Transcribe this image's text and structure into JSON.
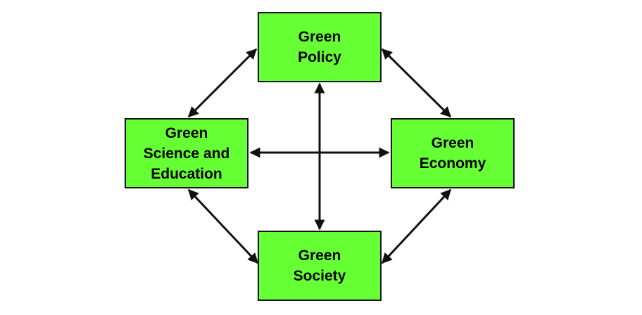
{
  "diagram": {
    "nodes": {
      "policy": {
        "label": "Green\nPolicy"
      },
      "science": {
        "label": "Green\nScience and\nEducation"
      },
      "economy": {
        "label": "Green\nEconomy"
      },
      "society": {
        "label": "Green\nSociety"
      }
    },
    "connections": [
      {
        "from": "policy",
        "to": "science",
        "direction": "both"
      },
      {
        "from": "policy",
        "to": "economy",
        "direction": "both"
      },
      {
        "from": "policy",
        "to": "society",
        "direction": "both"
      },
      {
        "from": "science",
        "to": "economy",
        "direction": "both"
      },
      {
        "from": "science",
        "to": "society",
        "direction": "both"
      },
      {
        "from": "economy",
        "to": "society",
        "direction": "both"
      }
    ],
    "colors": {
      "box_fill": "#66ff33",
      "box_border": "#111111",
      "arrow": "#111111"
    }
  }
}
